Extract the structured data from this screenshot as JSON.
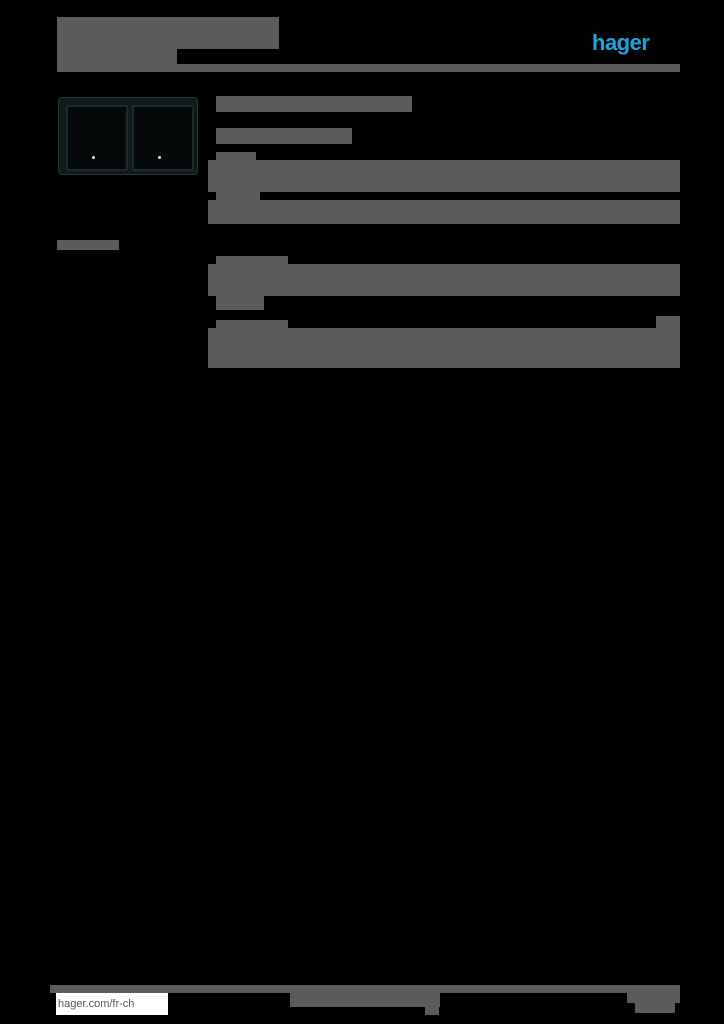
{
  "header": {
    "title_lines": [
      "",
      "",
      ""
    ],
    "brand_logo": "hager",
    "brand_color": "#1fa3e0"
  },
  "product": {
    "image": "double-flush-box-image",
    "name": "",
    "subtitle": ""
  },
  "sidebar": {
    "label": ""
  },
  "sections": [
    {
      "heading": "",
      "rows": [
        "",
        ""
      ]
    },
    {
      "heading": "",
      "rows": [
        "",
        ""
      ]
    }
  ],
  "footer": {
    "url": "hager.com/fr-ch",
    "center_text": "",
    "page": ""
  },
  "colors": {
    "text_block": "#5a5c5b",
    "background": "#000000"
  }
}
